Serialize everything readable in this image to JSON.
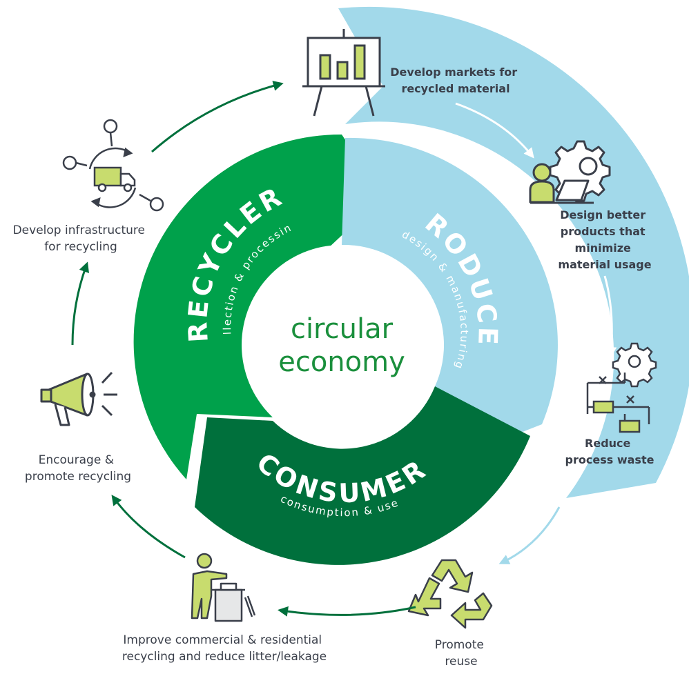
{
  "center": {
    "line1": "circular",
    "line2": "economy"
  },
  "segments": {
    "recycler": {
      "title": "RECYCLER",
      "subtitle": "collection & processing"
    },
    "producer": {
      "title": "PRODUCER",
      "subtitle": "design & manufacturing"
    },
    "consumer": {
      "title": "CONSUMER",
      "subtitle": "consumption & use"
    }
  },
  "steps": {
    "markets": [
      "Develop markets for",
      "recycled material"
    ],
    "design": [
      "Design better",
      "products that",
      "minimize",
      "material usage"
    ],
    "waste": [
      "Reduce",
      "process waste"
    ],
    "reuse": [
      "Promote",
      "reuse"
    ],
    "improve": [
      "Improve commercial & residential",
      "recycling and reduce litter/leakage"
    ],
    "encourage": [
      "Encourage &",
      "promote recycling"
    ],
    "infrastructure": [
      "Develop infrastructure",
      "for recycling"
    ]
  },
  "colors": {
    "recycler": "#00a14b",
    "producer": "#a2d9ea",
    "consumer": "#00703c",
    "outer_band": "#a2d9ea",
    "icon_fill": "#c8dc6e",
    "icon_stroke": "#3a3f4a",
    "arrow_green": "#00703c",
    "arrow_white": "#ffffff",
    "arrow_light": "#a2d9ea"
  },
  "icons": [
    "presentation-chart-icon",
    "person-laptop-gear-icon",
    "process-flow-gear-icon",
    "recycle-icon",
    "person-trash-bin-icon",
    "megaphone-icon",
    "garbage-truck-network-icon"
  ]
}
